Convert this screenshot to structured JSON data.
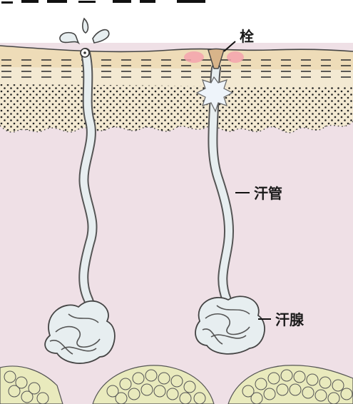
{
  "labels": {
    "plug": "栓",
    "sweat_duct": "汗管",
    "sweat_gland": "汗腺"
  },
  "colors": {
    "dermis": "#efe0e6",
    "epidermis": "#f3e9d2",
    "skin_surface": "#eedcb8",
    "duct_fill": "#e7eef0",
    "fat_cells": "#e9eabd",
    "plug": "#d8b48a",
    "inflammation": "#f4a3ad"
  }
}
